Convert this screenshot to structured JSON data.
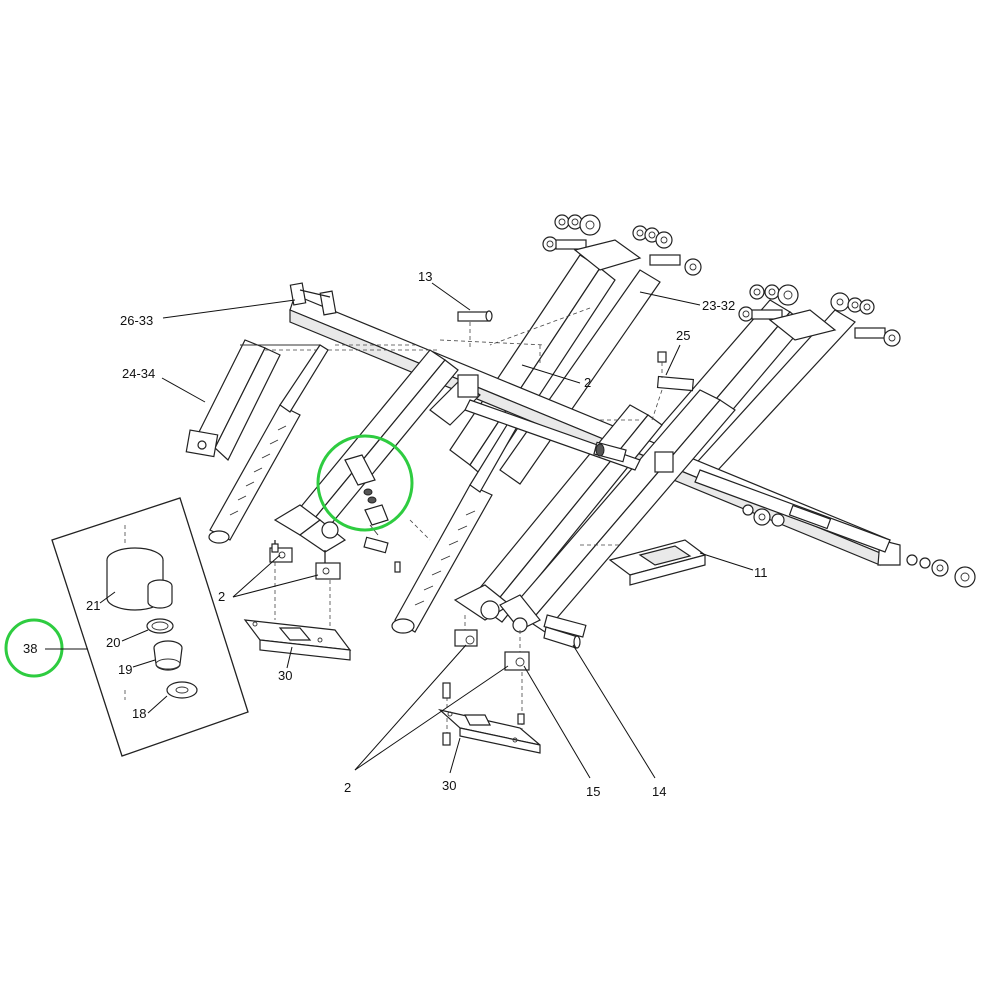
{
  "diagram": {
    "highlight_color": "#2ecc40",
    "line_color": "#222222",
    "callouts": {
      "c13": "13",
      "c26_33": "26-33",
      "c23_32": "23-32",
      "c25": "25",
      "c2_top": "2",
      "c24_34": "24-34",
      "c11": "11",
      "c2_left": "2",
      "c30_left": "30",
      "c2_bottom": "2",
      "c30_bottom": "30",
      "c15": "15",
      "c14": "14",
      "c21": "21",
      "c20": "20",
      "c19": "19",
      "c18": "18",
      "c38": "38"
    }
  }
}
